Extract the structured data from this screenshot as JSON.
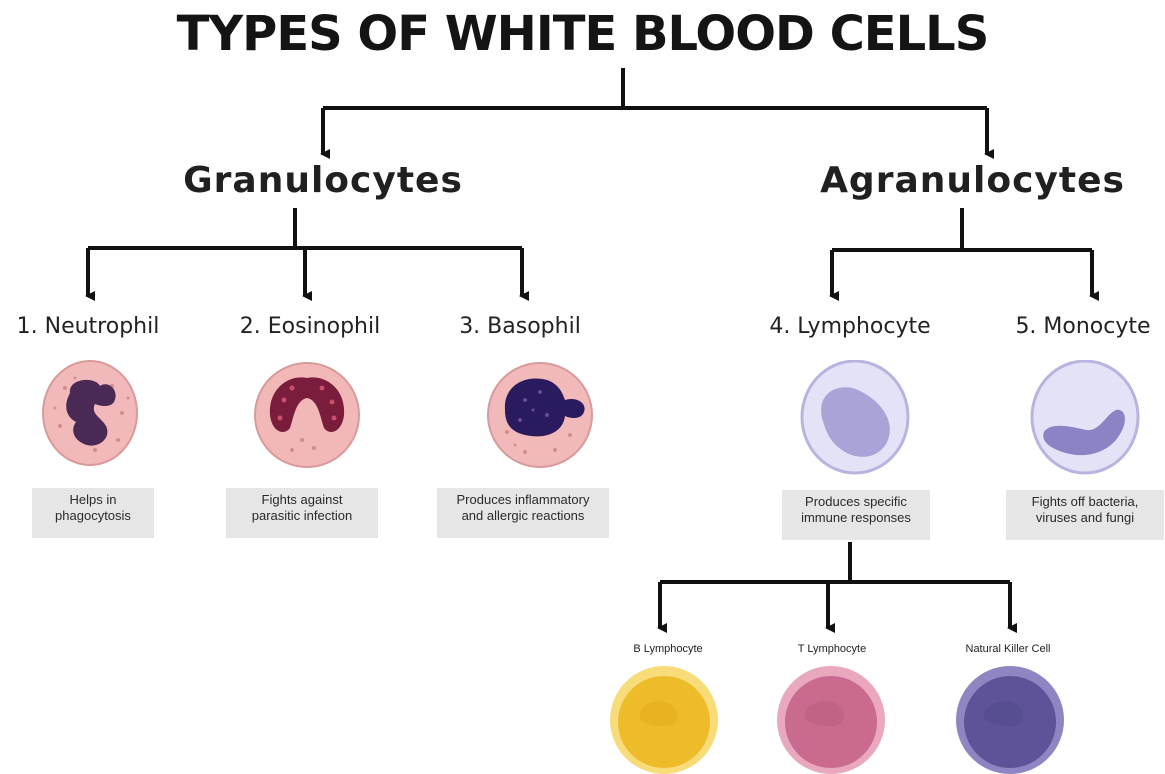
{
  "title": "TYPES OF WHITE BLOOD CELLS",
  "categories": {
    "granulocytes": "Granulocytes",
    "agranulocytes": "Agranulocytes"
  },
  "cells": [
    {
      "label": "1. Neutrophil",
      "desc": [
        "Helps in",
        "phagocytosis"
      ]
    },
    {
      "label": "2. Eosinophil",
      "desc": [
        "Fights against",
        "parasitic infection"
      ]
    },
    {
      "label": "3. Basophil",
      "desc": [
        "Produces inflammatory",
        "and allergic reactions"
      ]
    },
    {
      "label": "4. Lymphocyte",
      "desc": [
        "Produces specific",
        "immune responses"
      ]
    },
    {
      "label": "5. Monocyte",
      "desc": [
        "Fights off bacteria,",
        "viruses and fungi"
      ]
    }
  ],
  "lymphocyte_types": [
    {
      "label": "B Lymphocyte"
    },
    {
      "label": "T Lymphocyte"
    },
    {
      "label": "Natural Killer Cell"
    }
  ]
}
